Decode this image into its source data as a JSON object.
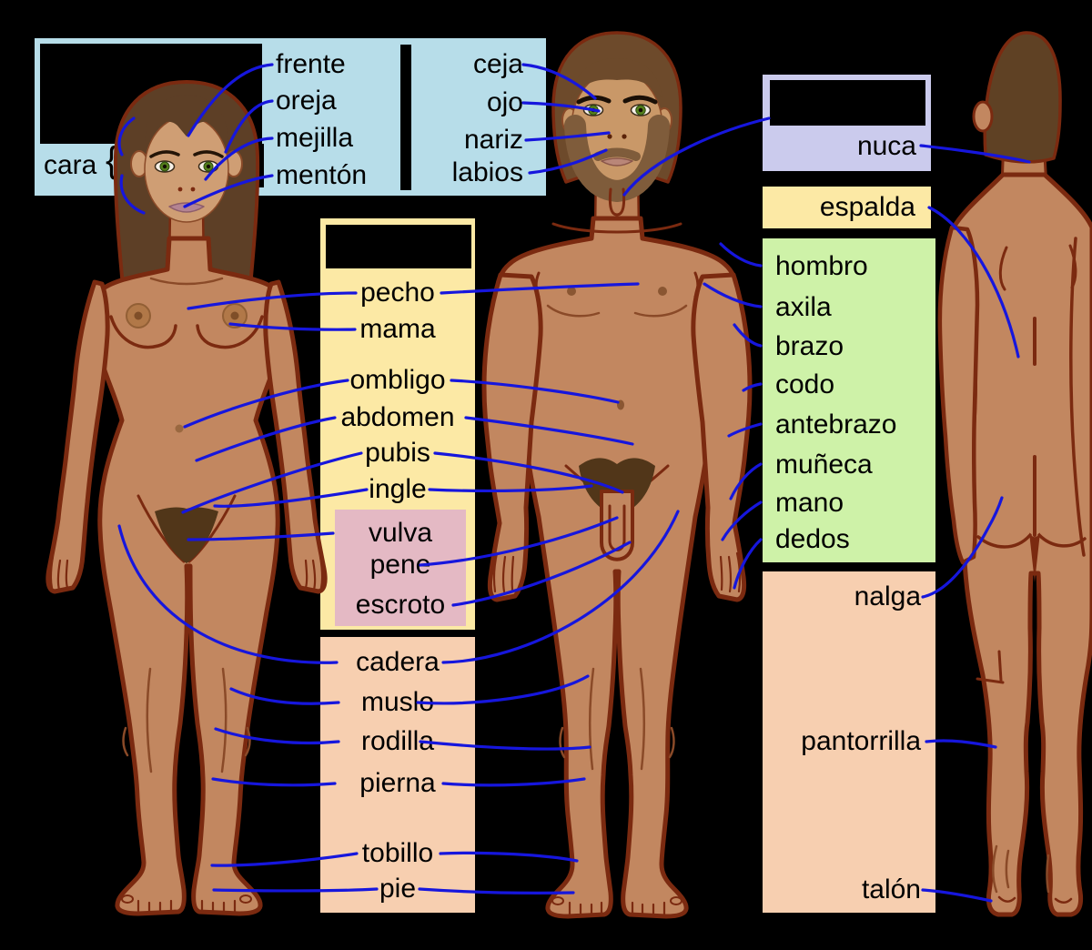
{
  "boxes": {
    "cara": {
      "label": "cara",
      "brace": "{"
    },
    "face": {
      "left": [
        "frente",
        "oreja",
        "mejilla",
        "mentón"
      ],
      "right": [
        "ceja",
        "ojo",
        "nariz",
        "labios"
      ]
    },
    "nuca": {
      "label": "nuca"
    },
    "espalda": {
      "label": "espalda"
    },
    "arm": {
      "items": [
        "hombro",
        "axila",
        "brazo",
        "codo",
        "antebrazo",
        "muñeca",
        "mano",
        "dedos"
      ]
    },
    "trunk": {
      "items": [
        "pecho",
        "mama",
        "ombligo",
        "abdomen",
        "pubis",
        "ingle"
      ]
    },
    "genitals": {
      "items": [
        "vulva",
        "pene",
        "escroto"
      ]
    },
    "legs": {
      "items": [
        "cadera",
        "muslo",
        "rodilla",
        "pierna",
        "tobillo",
        "pie"
      ]
    },
    "back": {
      "items": [
        "nalga",
        "pantorrilla",
        "talón"
      ]
    }
  },
  "colors": {
    "face_box": "#b7dde9",
    "nuca_box": "#cbcbed",
    "trunk_box": "#fce9a5",
    "arm_box": "#cef2a8",
    "genital_box": "#e4b9c4",
    "leg_box": "#f7cfb0",
    "connector_line": "#1616dd",
    "skin": "#c28760",
    "outline": "#7b2a10",
    "background": "#000000"
  }
}
